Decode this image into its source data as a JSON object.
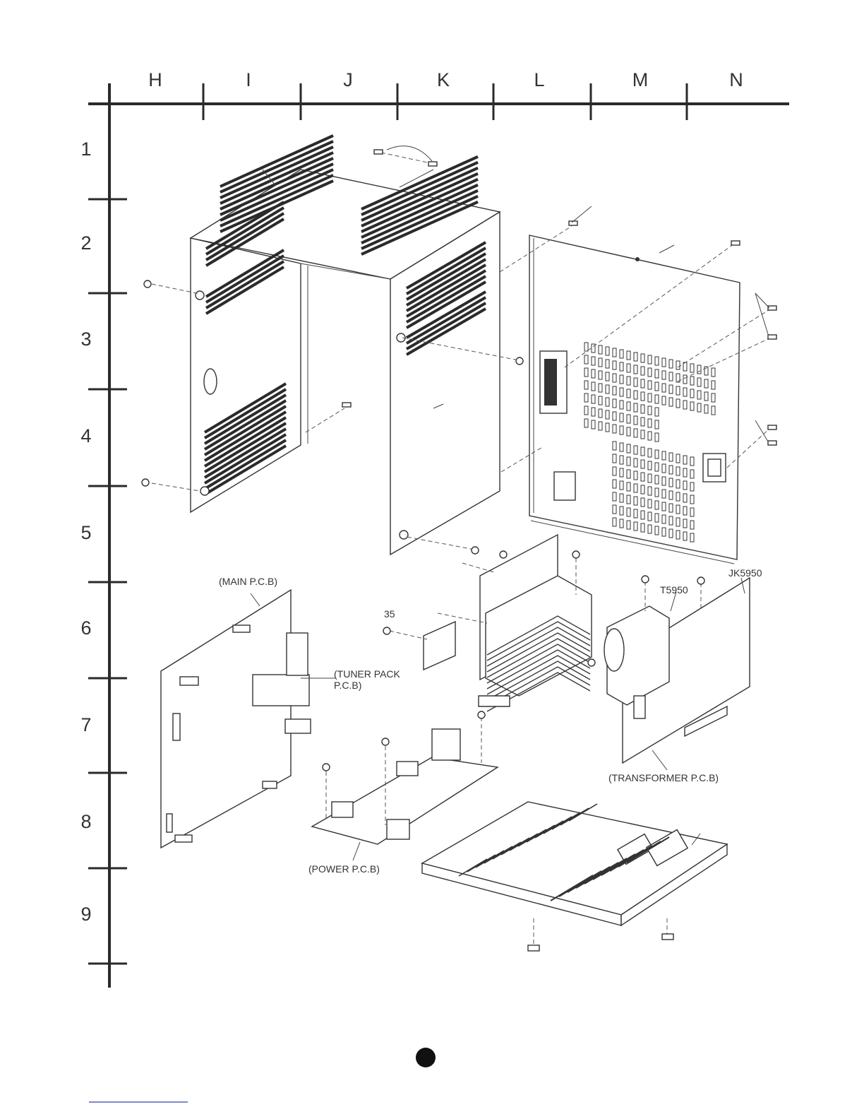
{
  "grid": {
    "columns": [
      "H",
      "I",
      "J",
      "K",
      "L",
      "M",
      "N"
    ],
    "rows": [
      "1",
      "2",
      "3",
      "4",
      "5",
      "6",
      "7",
      "8",
      "9"
    ]
  },
  "labels": {
    "main_pcb": "(MAIN P.C.B)",
    "tuner_pack_line1": "(TUNER PACK",
    "tuner_pack_line2": "P.C.B)",
    "power_pcb": "(POWER P.C.B)",
    "transformer_pcb": "(TRANSFORMER P.C.B)",
    "t5950": "T5950",
    "jk5950": "JK5950",
    "ref_35": "35"
  }
}
